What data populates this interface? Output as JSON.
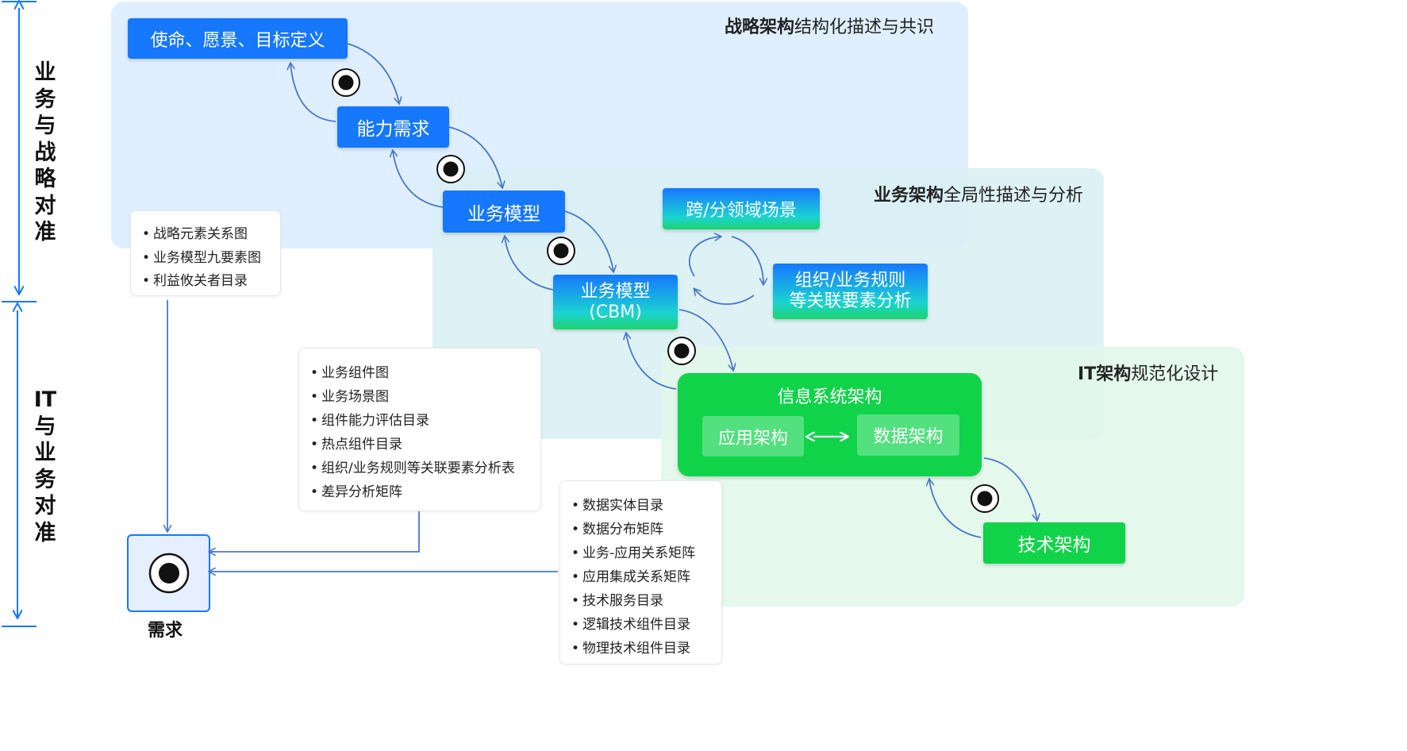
{
  "left_axis": {
    "top_label": [
      "业",
      "务",
      "与",
      "战",
      "略",
      "对",
      "准"
    ],
    "bottom_label": [
      "IT",
      "与",
      "业",
      "务",
      "对",
      "准"
    ]
  },
  "layers": {
    "strategy": {
      "title_bold": "战略架构",
      "title_rest": "结构化描述与共识"
    },
    "business": {
      "title_bold": "业务架构",
      "title_rest": "全局性描述与分析"
    },
    "it": {
      "title_bold": "IT架构",
      "title_rest": "规范化设计"
    }
  },
  "nodes": {
    "mission": "使命、愿景、目标定义",
    "capability": "能力需求",
    "business_model": "业务模型",
    "cbm_line1": "业务模型",
    "cbm_line2": "(CBM)",
    "cross_scenario": "跨/分领域场景",
    "org_rules_line1": "组织/业务规则",
    "org_rules_line2": "等关联要素分析",
    "info_system": "信息系统架构",
    "app_arch": "应用架构",
    "data_arch": "数据架构",
    "tech_arch": "技术架构"
  },
  "cards": {
    "strategy_outputs": [
      "战略元素关系图",
      "业务模型九要素图",
      "利益攸关者目录"
    ],
    "business_outputs": [
      "业务组件图",
      "业务场景图",
      "组件能力评估目录",
      "热点组件目录",
      "组织/业务规则等关联要素分析表",
      "差异分析矩阵"
    ],
    "it_outputs": [
      "数据实体目录",
      "数据分布矩阵",
      "业务-应用关系矩阵",
      "应用集成关系矩阵",
      "技术服务目录",
      "逻辑技术组件目录",
      "物理技术组件目录"
    ]
  },
  "requirement": {
    "label": "需求"
  },
  "colors": {
    "primary_blue": "#1677ff",
    "node_green": "#10d34a",
    "strategy_bg": "#dfefff",
    "business_bg": "#daf0f5",
    "it_bg": "#e2f7ea",
    "arrow": "#4a78c9"
  }
}
